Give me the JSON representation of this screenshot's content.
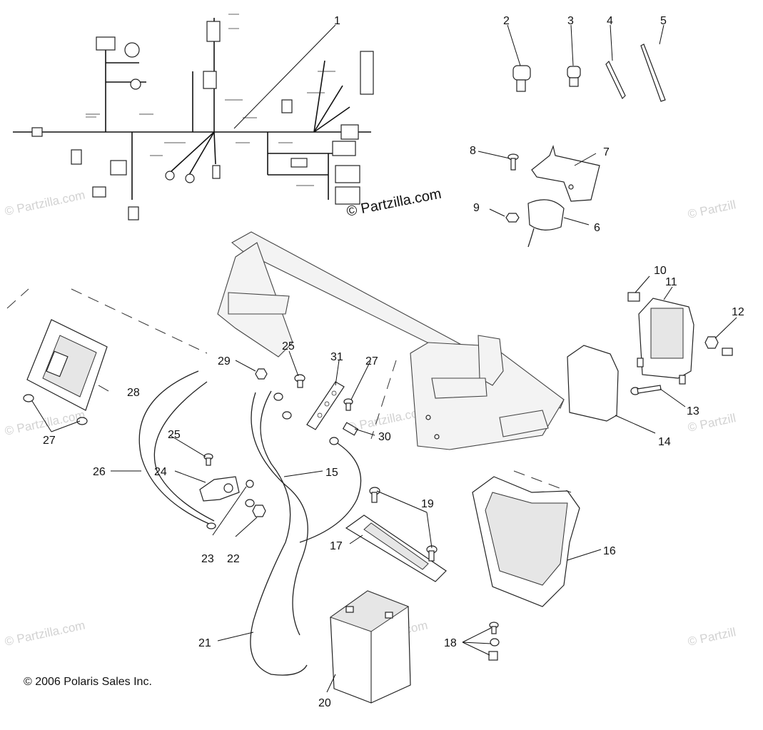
{
  "copyright": "© 2006 Polaris Sales Inc.",
  "watermark_main": "© Partzilla.com",
  "watermark_text": "© Partzilla.com",
  "watermark_right": "© Partzill",
  "callouts": [
    "1",
    "2",
    "3",
    "4",
    "5",
    "6",
    "7",
    "8",
    "9",
    "10",
    "11",
    "12",
    "13",
    "14",
    "15",
    "16",
    "17",
    "18",
    "19",
    "20",
    "21",
    "22",
    "23",
    "24",
    "25",
    "25",
    "26",
    "27",
    "27",
    "28",
    "29",
    "30",
    "31"
  ]
}
